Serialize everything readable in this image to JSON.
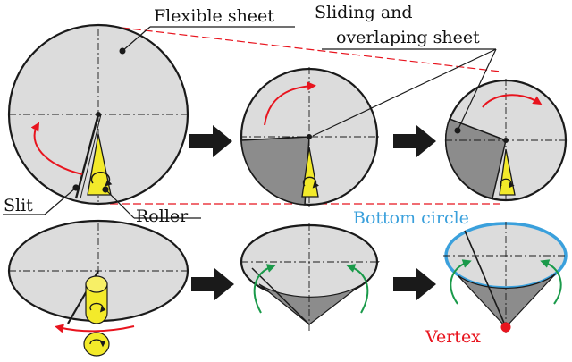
{
  "labels": {
    "flexible_sheet": "Flexible sheet",
    "sliding_line1": "Sliding and",
    "sliding_line2": "overlaping sheet",
    "slit": "Slit",
    "roller": "Roller",
    "bottom_circle": "Bottom circle",
    "vertex": "Vertex"
  },
  "colors": {
    "sheet_fill": "#dcdcdc",
    "overlap_fill": "#8c8c8c",
    "cone_fill": "#7a7a7a",
    "outline": "#1a1a1a",
    "roller_fill": "#f3ea2a",
    "roller_edge": "#b9a800",
    "guide_dash": "#e8141e",
    "rotation_arrow": "#e8141e",
    "bend_arrow": "#1a9a4a",
    "bottom_circle": "#3aa0dc",
    "vertex_dot": "#e8141e",
    "step_arrow": "#1a1a1a"
  },
  "icons": [
    "rotation-arrow-icon",
    "bend-arrow-icon",
    "step-arrow-icon",
    "roller-icon"
  ]
}
